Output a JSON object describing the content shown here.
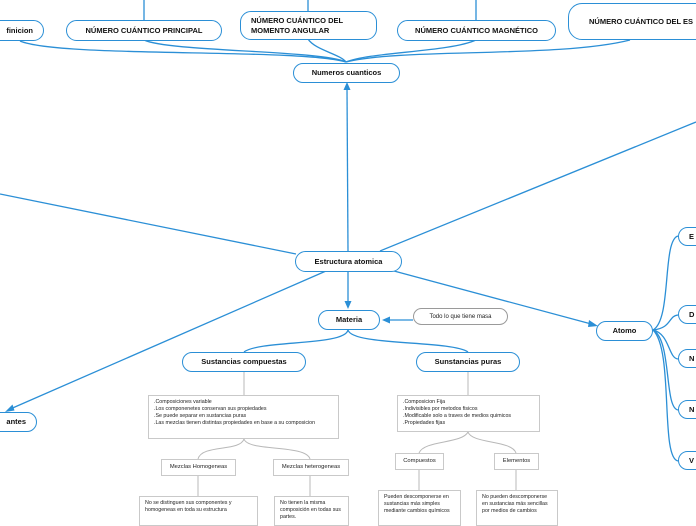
{
  "nodes": {
    "definicion": "finicion",
    "principal": "NÚMERO CUÁNTICO PRINCIPAL",
    "momento_angular": "NÚMERO CUÁNTICO DEL MOMENTO ANGULAR",
    "magnetico": "NÚMERO CUÁNTICO MAGNÉTICO",
    "espin": "NÚMERO CUÁNTICO DEL ES",
    "numeros_cuanticos": "Numeros cuanticos",
    "estructura_atomica": "Estructura atomica",
    "materia": "Materia",
    "todo_lo_que_tiene_masa": "Todo lo que tiene masa",
    "atomo": "Atomo",
    "sustancias_compuestas": "Sustancias compuestas",
    "sustancias_puras": "Sunstancias puras",
    "antes": "antes",
    "atomo_child_1": "E",
    "atomo_child_2": "D",
    "atomo_child_3": "N",
    "atomo_child_4": "N",
    "atomo_child_5": "V"
  },
  "boxes": {
    "compuestas_desc": ".Composiciones variable\n.Los componenetes conservan sus propiedades\n.Se puede separar en sustancias puras\n.Las mezclas tienen distintas propiedades en base a su composicion",
    "puras_desc": ".Composicion Fija\n.Indivisibles por metodos fisicos\n.Modificable solo a traves de medios quimicos\n.Propiedades fijas",
    "mezclas_homogeneas": "Mezclas Homogeneas",
    "mezclas_heterogeneas": "Mezclas heterogeneas",
    "compuestos": "Compuestos",
    "elementos": "Elementos",
    "homogeneas_desc": "No se distinguen sus componentes y homogeneas en toda su estructura",
    "heterogeneas_desc": "No tienen la misma composición en todas sus partes.",
    "compuestos_desc": "Pueden descomponerse en sustancias más simples mediante cambios químicos",
    "elementos_desc": "No pueden descomponerse en sustancias más sencillas por medios de cambios"
  },
  "colors": {
    "connector": "#2b8fd6",
    "node_border": "#2b8fd6",
    "plain_connector": "#b8b8b8"
  }
}
